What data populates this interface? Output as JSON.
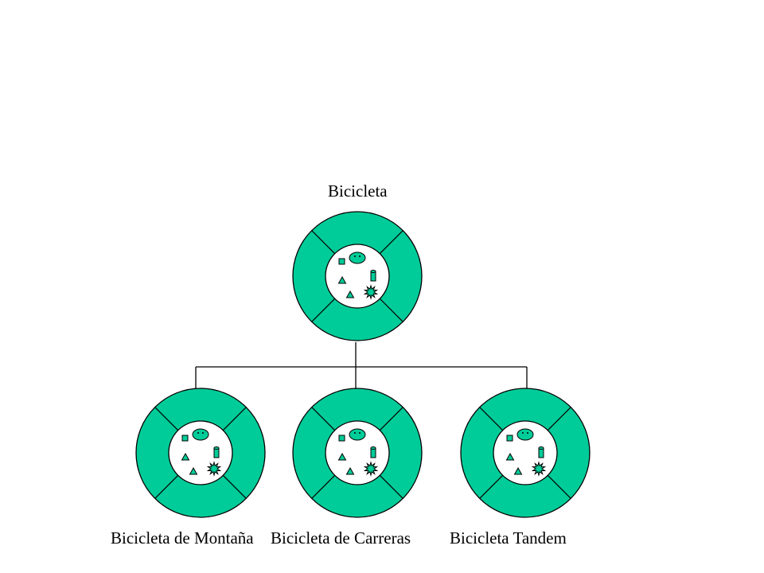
{
  "diagram": {
    "parent": {
      "label": "Bicicleta"
    },
    "children": [
      {
        "label": "Bicicleta de Montaña"
      },
      {
        "label": "Bicicleta de Carreras"
      },
      {
        "label": "Bicicleta Tandem"
      }
    ]
  },
  "colors": {
    "object_fill": "#00CC99",
    "core_fill": "#FFFFFF",
    "stroke": "#000000"
  },
  "icons": [
    "square-icon",
    "face-icon",
    "cylinder-icon",
    "triangle-icon",
    "starburst-icon"
  ]
}
